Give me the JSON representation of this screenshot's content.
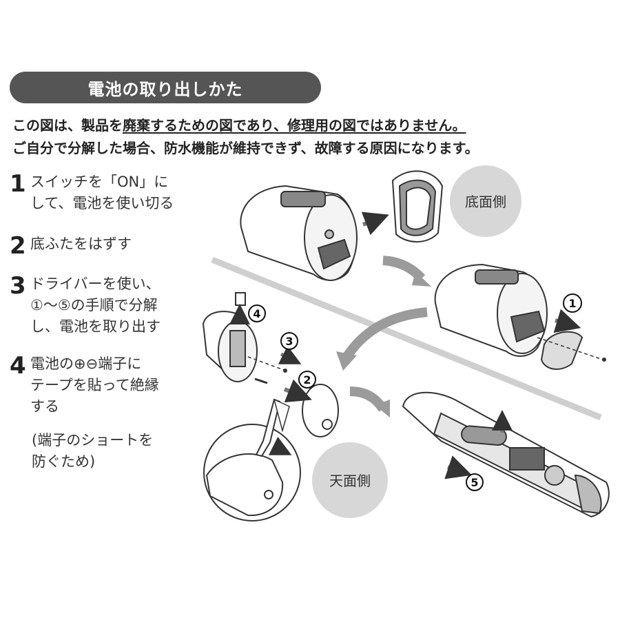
{
  "title": "電池の取り出しかた",
  "warning": {
    "line1_pre": "この図は、製品を",
    "line1_underlined": "廃棄するための図であり、修理用の図ではありません。",
    "line2": "ご自分で分解した場合、防水機能が維持できず、故障する原因になります。"
  },
  "steps": [
    {
      "num": "1",
      "lines": [
        "スイッチを「ON」に",
        "して、電池を使い切る"
      ]
    },
    {
      "num": "2",
      "lines": [
        "底ふたをはずす"
      ]
    },
    {
      "num": "3",
      "lines": [
        "ドライバーを使い、",
        "①～⑤の手順で分解",
        "し、電池を取り出す"
      ]
    },
    {
      "num": "4",
      "lines": [
        "電池の⊕⊖端子に",
        "テープを貼って絶縁",
        "する"
      ]
    }
  ],
  "note": [
    "(端子のショートを",
    "防ぐため)"
  ],
  "labels": {
    "bottom_side": "底面側",
    "top_side": "天面側"
  },
  "markers": [
    "①",
    "②",
    "③",
    "④",
    "⑤"
  ],
  "colors": {
    "title_bg": "#555555",
    "badge_gray": "#d7d7d7",
    "arrow_gray": "#9b9b9b"
  }
}
